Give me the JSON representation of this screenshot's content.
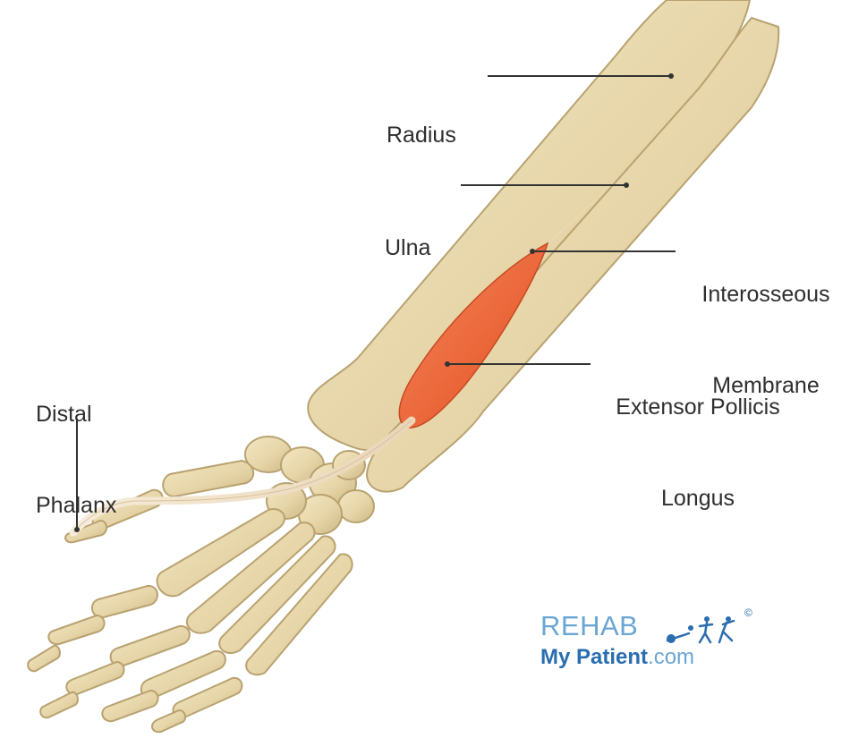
{
  "labels": {
    "radius": "Radius",
    "ulna": "Ulna",
    "interosseous_line1": "Interosseous",
    "interosseous_line2": "Membrane",
    "epl_line1": "Extensor Pollicis",
    "epl_line2": "Longus",
    "distal_line1": "Distal",
    "distal_line2": "Phalanx"
  },
  "logo": {
    "top_text": "REHAB",
    "bottom_main": "My Patient",
    "bottom_suffix": ".com",
    "copyright": "©"
  },
  "colors": {
    "bone": "#e8d9b0",
    "bone_shadow": "#c9b485",
    "muscle": "#ec6a3c",
    "tendon": "#f1e3cc",
    "leader_line": "#333333",
    "logo_light": "#6aa6d4",
    "logo_dark": "#2a6db0"
  }
}
